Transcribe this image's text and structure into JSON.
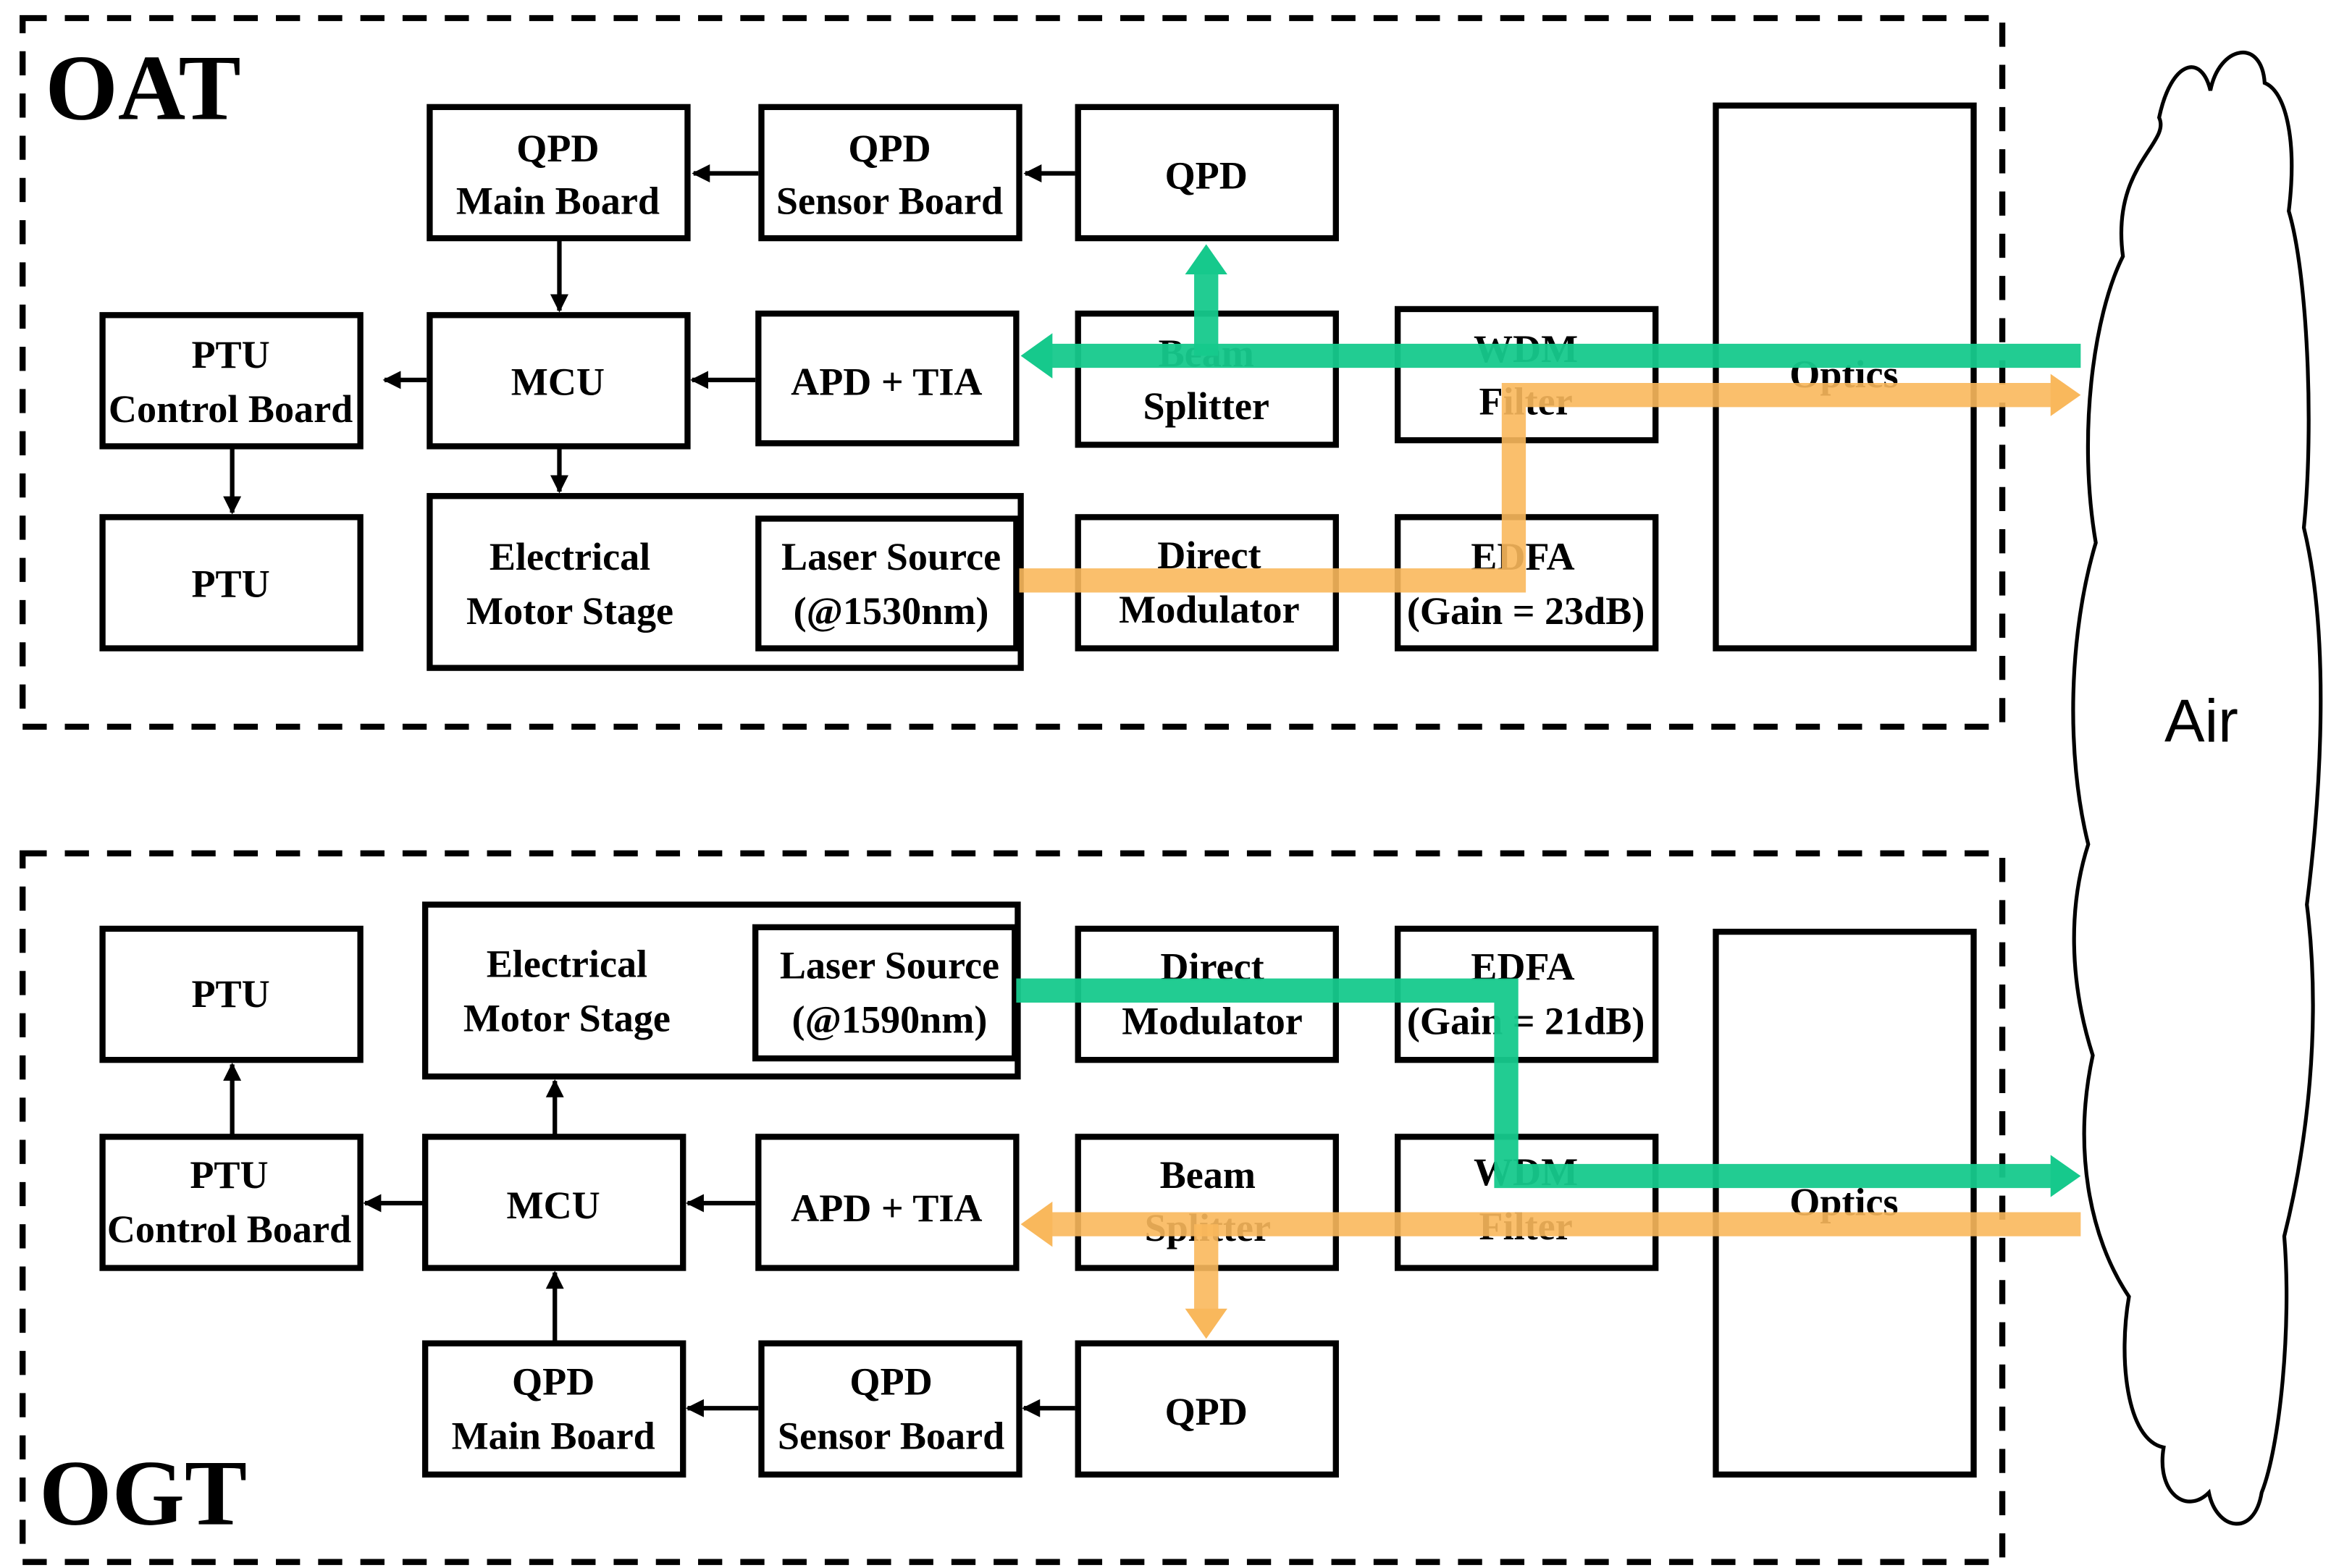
{
  "sections": {
    "oat": {
      "title": "OAT"
    },
    "ogt": {
      "title": "OGT"
    }
  },
  "air_label": "Air",
  "oat": {
    "qpd_main_board": [
      "QPD",
      "Main Board"
    ],
    "qpd_sensor_board": [
      "QPD",
      "Sensor Board"
    ],
    "qpd": "QPD",
    "ptu_control_board": [
      "PTU",
      "Control Board"
    ],
    "mcu": "MCU",
    "apd_tia": "APD + TIA",
    "beam_splitter": [
      "Beam",
      "Splitter"
    ],
    "wdm_filter": [
      "WDM",
      "Filter"
    ],
    "optics": "Optics",
    "ptu": "PTU",
    "motor_stage": [
      "Electrical",
      "Motor Stage"
    ],
    "laser_source": [
      "Laser Source",
      "(@1530nm)"
    ],
    "direct_modulator": [
      "Direct",
      "Modulator"
    ],
    "edfa": [
      "EDFA",
      "(Gain = 23dB)"
    ]
  },
  "ogt": {
    "ptu": "PTU",
    "motor_stage": [
      "Electrical",
      "Motor Stage"
    ],
    "laser_source": [
      "Laser Source",
      "(@1590nm)"
    ],
    "direct_modulator": [
      "Direct",
      "Modulator"
    ],
    "edfa": [
      "EDFA",
      "(Gain = 21dB)"
    ],
    "ptu_control_board": [
      "PTU",
      "Control Board"
    ],
    "mcu": "MCU",
    "apd_tia": "APD + TIA",
    "beam_splitter": [
      "Beam",
      "Splitter"
    ],
    "wdm_filter": [
      "WDM",
      "Filter"
    ],
    "optics": "Optics",
    "qpd_main_board": [
      "QPD",
      "Main Board"
    ],
    "qpd_sensor_board": [
      "QPD",
      "Sensor Board"
    ],
    "qpd": "QPD"
  },
  "colors": {
    "beam_1530": "#f9b85c",
    "beam_1590": "#16c98c",
    "line": "#000000"
  }
}
